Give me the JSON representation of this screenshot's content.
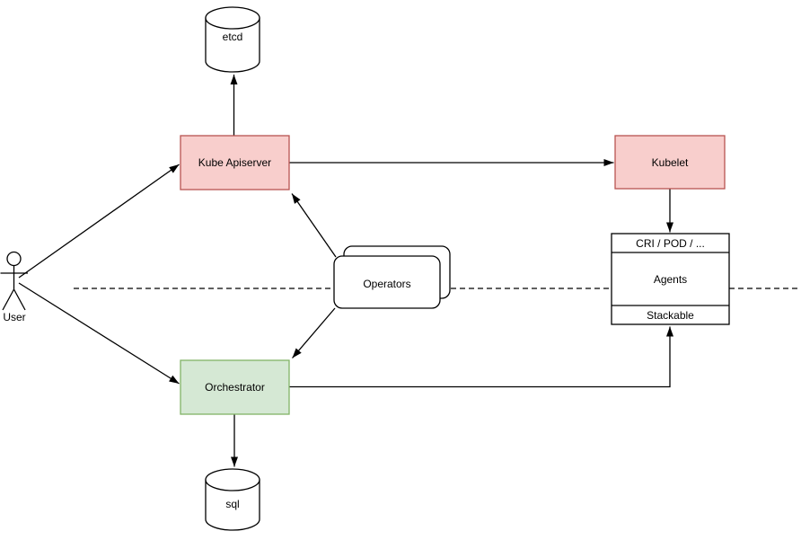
{
  "diagram": {
    "nodes": {
      "etcd": {
        "label": "etcd",
        "shape": "database-cylinder"
      },
      "kube_apiserver": {
        "label": "Kube Apiserver",
        "shape": "rect"
      },
      "kubelet": {
        "label": "Kubelet",
        "shape": "rect"
      },
      "operators": {
        "label": "Operators",
        "shape": "stacked-rounded-rect"
      },
      "agents_stack": {
        "top_label": "CRI / POD / ...",
        "middle_label": "Agents",
        "bottom_label": "Stackable",
        "shape": "partitioned-rect"
      },
      "orchestrator": {
        "label": "Orchestrator",
        "shape": "rect"
      },
      "sql": {
        "label": "sql",
        "shape": "database-cylinder"
      },
      "user": {
        "label": "User",
        "shape": "actor"
      }
    },
    "edges": [
      {
        "from": "user",
        "to": "kube_apiserver"
      },
      {
        "from": "user",
        "to": "orchestrator"
      },
      {
        "from": "kube_apiserver",
        "to": "etcd"
      },
      {
        "from": "kube_apiserver",
        "to": "kubelet"
      },
      {
        "from": "kubelet",
        "to": "agents_stack_top"
      },
      {
        "from": "operators",
        "to": "kube_apiserver"
      },
      {
        "from": "operators",
        "to": "orchestrator"
      },
      {
        "from": "orchestrator",
        "to": "agents_stack_bottom"
      },
      {
        "from": "orchestrator",
        "to": "sql"
      }
    ],
    "separator": {
      "style": "dashed-horizontal"
    },
    "colors": {
      "background": "#ffffff",
      "line": "#000000",
      "pink_fill": "#f8cecc",
      "pink_stroke": "#b85450",
      "green_fill": "#d5e8d4",
      "green_stroke": "#82b366",
      "shape_fill": "#ffffff",
      "shape_stroke": "#000000"
    }
  }
}
